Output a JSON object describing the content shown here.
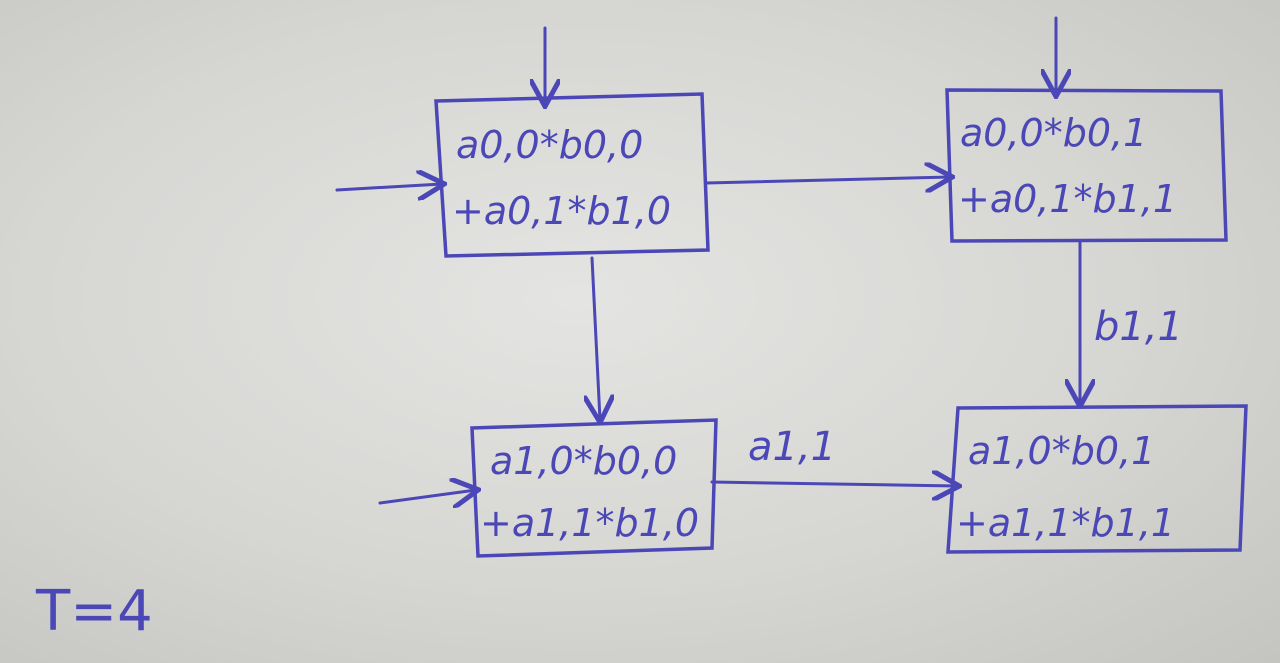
{
  "cells": [
    {
      "id": "c00",
      "line1": "a0,0*b0,0",
      "line2": "+a0,1*b1,0"
    },
    {
      "id": "c01",
      "line1": "a0,0*b0,1",
      "line2": "+a0,1*b1,1"
    },
    {
      "id": "c10",
      "line1": "a1,0*b0,0",
      "line2": "+a1,1*b1,0"
    },
    {
      "id": "c11",
      "line1": "a1,0*b0,1",
      "line2": "+a1,1*b1,1"
    }
  ],
  "edge_labels": {
    "vertical_right": "b1,1",
    "horizontal_bottom": "a1,1"
  },
  "time_label": "T=4",
  "ink_color": "#4b47b7"
}
